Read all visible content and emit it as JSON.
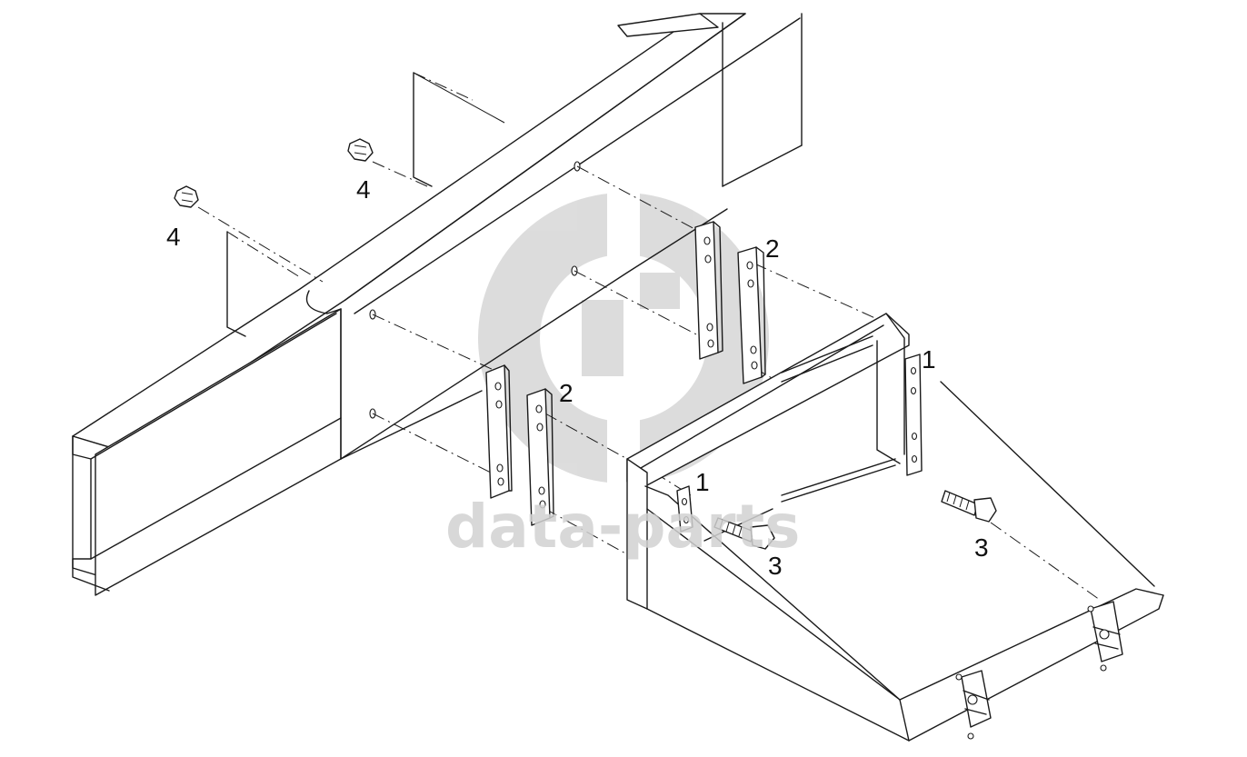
{
  "callouts": [
    {
      "id": "a",
      "text": "1"
    },
    {
      "id": "b",
      "text": "1"
    },
    {
      "id": "c",
      "text": "2"
    },
    {
      "id": "d",
      "text": "2"
    },
    {
      "id": "e",
      "text": "3"
    },
    {
      "id": "f",
      "text": "3"
    },
    {
      "id": "g",
      "text": "4"
    },
    {
      "id": "h",
      "text": "4"
    }
  ],
  "watermark": {
    "text": "data-parts",
    "color": "#d2d2d2"
  }
}
